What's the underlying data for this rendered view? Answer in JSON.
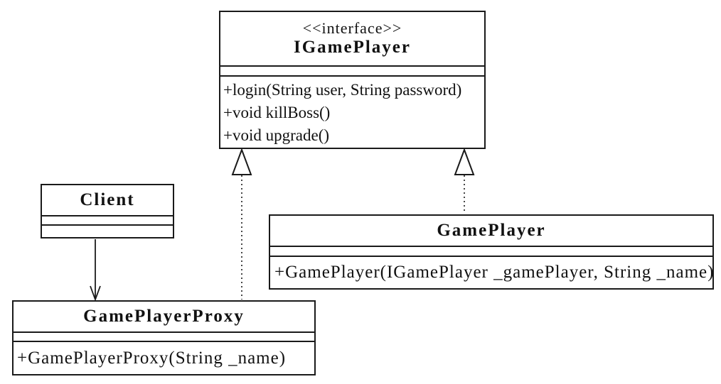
{
  "diagram": {
    "title": "Proxy pattern UML class diagram",
    "colors": {
      "line": "#1a1a1a",
      "background": "#ffffff",
      "text": "#111111"
    },
    "interface_class": {
      "stereotype": "<<interface>>",
      "name": "IGamePlayer",
      "attributes": [],
      "methods": [
        "+login(String user, String password)",
        "+void killBoss()",
        "+void upgrade()"
      ]
    },
    "client_class": {
      "name": "Client",
      "attributes": [],
      "methods": []
    },
    "game_player_class": {
      "name": "GamePlayer",
      "attributes": [],
      "methods": [
        "+GamePlayer(IGamePlayer _gamePlayer, String _name)"
      ]
    },
    "game_player_proxy_class": {
      "name": "GamePlayerProxy",
      "attributes": [],
      "methods": [
        "+GamePlayerProxy(String _name)"
      ]
    },
    "relationships": [
      {
        "type": "realization",
        "from": "GamePlayerProxy",
        "to": "IGamePlayer"
      },
      {
        "type": "realization",
        "from": "GamePlayer",
        "to": "IGamePlayer"
      },
      {
        "type": "directed-association",
        "from": "Client",
        "to": "GamePlayerProxy"
      }
    ]
  }
}
